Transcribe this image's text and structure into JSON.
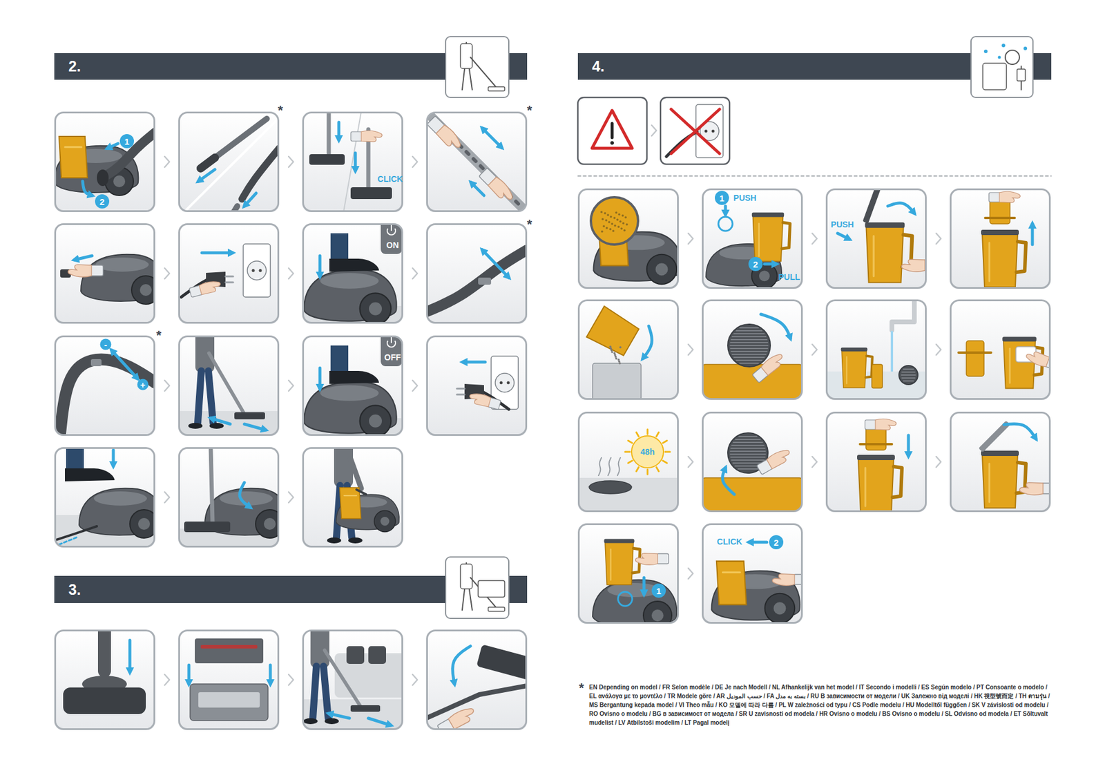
{
  "diagram": {
    "nodes": [
      {
        "text": [
          "2."
        ]
      },
      {
        "text": [
          "3."
        ]
      },
      {
        "text": [
          "4."
        ]
      }
    ],
    "labels": [
      "1",
      "2",
      "*",
      "CLICK",
      "*",
      "ON",
      "*",
      "-",
      "+",
      "*",
      "OFF",
      "1",
      "PUSH",
      "2",
      "PULL",
      "PUSH",
      "48h",
      "1",
      "CLICK",
      "2",
      "*",
      "EN Depending on model / FR Selon modèle / DE Je nach Modell / NL Afhankelijk van het model / IT Secondo i modelli / ES Según modelo / PT Consoante o modelo / EL ανάλογα με το μοντέλο / TR Modele göre / AR حسب الموديل / FA بسته به مدل / RU В зависимости от модели / UK Залежно від моделі / HK 視型號而定 / TH ตามรุ่น / MS Bergantung kepada model / VI Theo mẫu / KO 모델에 따라 다름 / PL W zależności od typu / CS Podle modelu / HU Modelltől függően / SK V závislosti od modelu / RO Ovisno o modelu / BG в зависимост от модела / SR U zavisnosti od modela / HR Ovisno o modelu / BS Ovisno o modelu / SL Odvisno od modela / ET Sõltuvalt mudelist / LV Atbilstoši modelim / LT Pagal modelį"
    ]
  }
}
